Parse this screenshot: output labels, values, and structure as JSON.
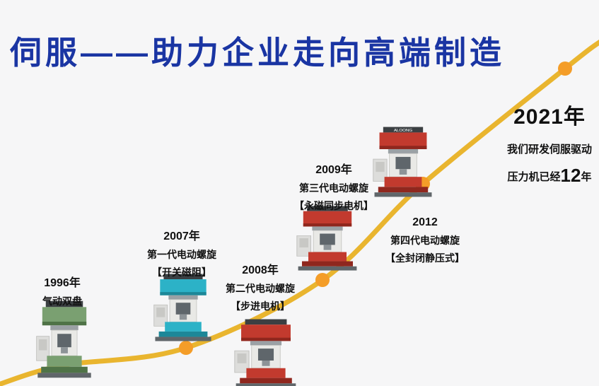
{
  "page": {
    "title": "伺服——助力企业走向高端制造",
    "colors": {
      "title": "#1a35a3",
      "curve": "#e9b52f",
      "dot": "#f49d28",
      "background": "#f6f6f7"
    }
  },
  "milestones": [
    {
      "year": "1996年",
      "line1": "气动双盘",
      "machine": "pneumatic-double-disc-press",
      "machine_color": "#7aa071",
      "machine_dark": "#4f7347"
    },
    {
      "year": "2007年",
      "line1": "第一代电动螺旋",
      "line2": "【开关磁阻】",
      "machine": "gen1-electric-screw-press",
      "machine_color": "#2cb2c7",
      "machine_dark": "#1d8798"
    },
    {
      "year": "2008年",
      "line1": "第二代电动螺旋",
      "line2": "【步进电机】",
      "machine": "gen2-electric-screw-press",
      "machine_color": "#c23a2e",
      "machine_dark": "#8f271e"
    },
    {
      "year": "2009年",
      "line1": "第三代电动螺旋",
      "line2": "【永磁同步电机】",
      "machine": "gen3-electric-screw-press",
      "machine_color": "#c23a2e",
      "machine_dark": "#8f271e"
    },
    {
      "year": "2012",
      "line1": "第四代电动螺旋",
      "line2": "【全封闭静压式】",
      "machine": "gen4-electric-screw-press",
      "machine_color": "#c23a2e",
      "machine_dark": "#8f271e",
      "brand": "ALOONG"
    }
  ],
  "endpoint": {
    "year": "2021年",
    "line1": "我们研发伺服驱动",
    "line2_prefix": "压力机已经",
    "line2_number": "12",
    "line2_suffix": "年"
  }
}
